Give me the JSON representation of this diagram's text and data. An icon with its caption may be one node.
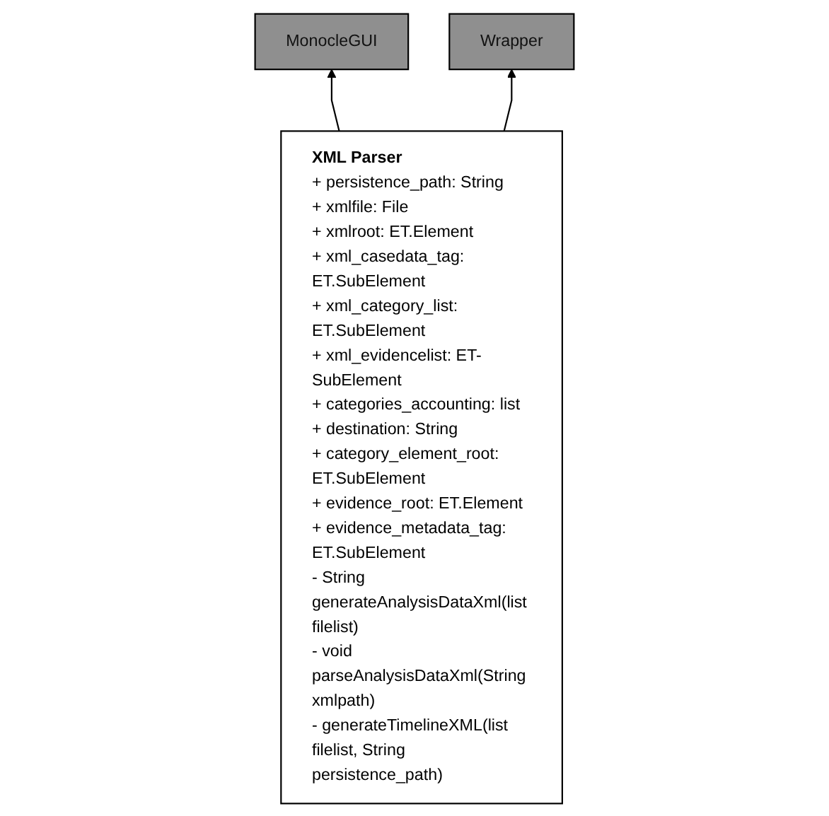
{
  "diagram": {
    "nodes": [
      {
        "text": [
          "MonocleGUI"
        ]
      },
      {
        "text": [
          "Wrapper"
        ]
      },
      {
        "text": [
          "XML Parser",
          "+ persistence_path: String",
          "+ xmlfile: File",
          "+ xmlroot: ET.Element",
          "+ xml_casedata_tag: ET.SubElement",
          "+ xml_category_list: ET.SubElement",
          "+ xml_evidencelist: ET-SubElement",
          "+ categories_accounting: list",
          "+ destination: String",
          "+ category_element_root: ET.SubElement",
          "+ evidence_root: ET.Element",
          "+ evidence_metadata_tag: ET.SubElement",
          "- String generateAnalysisDataXml(list filelist)",
          "- void parseAnalysisDataXml(String xmlpath)",
          "- generateTimelineXML(list filelist, String persistence_path)"
        ]
      }
    ],
    "edges": [
      {
        "from": 2,
        "to": 0,
        "arrow": "to"
      },
      {
        "from": 2,
        "to": 1,
        "arrow": "to"
      }
    ]
  }
}
